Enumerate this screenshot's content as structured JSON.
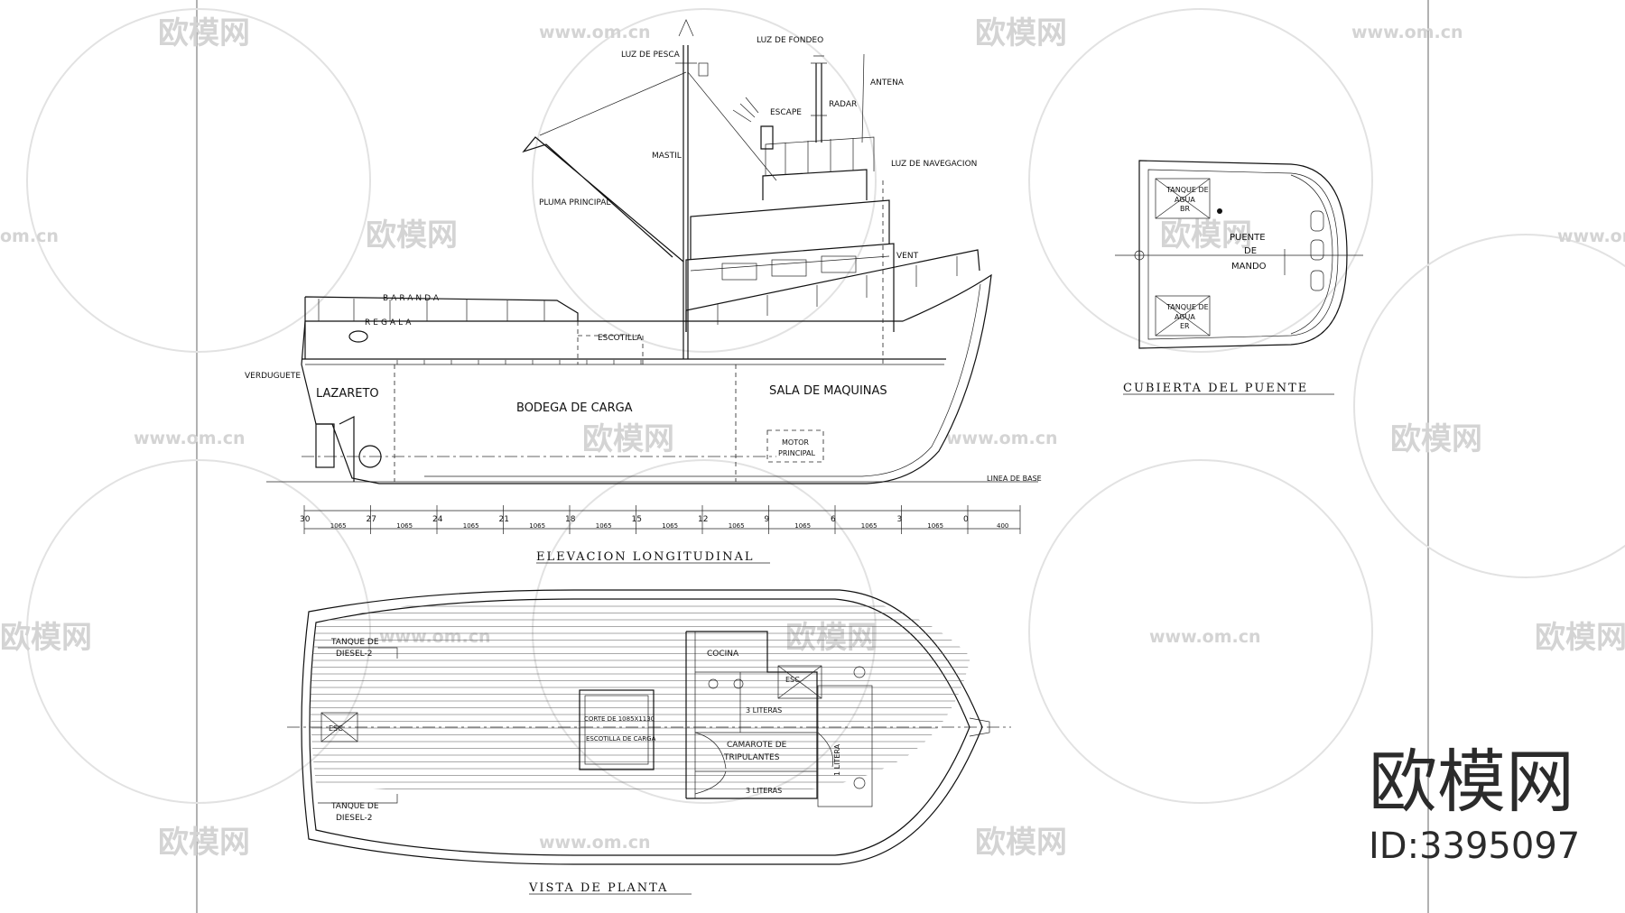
{
  "elevation": {
    "title": "ELEVACION LONGITUDINAL",
    "labels": {
      "luz_de_pesca": "LUZ DE PESCA",
      "luz_de_fondeo": "LUZ DE FONDEO",
      "antena": "ANTENA",
      "radar": "RADAR",
      "escape": "ESCAPE",
      "mastil": "MASTIL",
      "luz_de_navegacion": "LUZ DE NAVEGACION",
      "pluma_principal": "PLUMA PRINCIPAL",
      "vent": "VENT",
      "baranda": "BARANDA",
      "regala": "REGALA",
      "escotilla": "ESCOTILLA",
      "verduguete": "VERDUGUETE",
      "lazareto": "LAZARETO",
      "bodega_de_carga": "BODEGA DE CARGA",
      "sala_de_maquinas": "SALA DE MAQUINAS",
      "motor_principal_1": "MOTOR",
      "motor_principal_2": "PRINCIPAL",
      "linea_de_base": "LINEA DE BASE"
    },
    "frame_numbers": [
      "30",
      "27",
      "24",
      "21",
      "18",
      "15",
      "12",
      "9",
      "6",
      "3",
      "0"
    ],
    "spacing_values": [
      "1065",
      "1065",
      "1065",
      "1065",
      "1065",
      "1065",
      "1065",
      "1065",
      "1065",
      "1065"
    ],
    "end_value": "400"
  },
  "bridge": {
    "title": "CUBIERTA DEL PUENTE",
    "tank_br": [
      "TANQUE DE",
      "AGUA",
      "BR"
    ],
    "tank_er": [
      "TANQUE DE",
      "AGUA",
      "ER"
    ],
    "puente": [
      "PUENTE",
      "DE",
      "MANDO"
    ]
  },
  "plan": {
    "title": "VISTA DE PLANTA",
    "diesel_1": [
      "TANQUE DE",
      "DIESEL-2"
    ],
    "diesel_2": [
      "TANQUE DE",
      "DIESEL-2"
    ],
    "esc_stern": "ESC",
    "hatch": [
      "CORTE DE 1085X1130",
      "ESCOTILLA DE CARGA"
    ],
    "cocina": "COCINA",
    "esc_fwd": "ESC",
    "literas_top": "3 LITERAS",
    "camarote": [
      "CAMAROTE DE",
      "TRIPULANTES"
    ],
    "literas_bottom": "3 LITERAS",
    "litera_vertical": "1 LITERA"
  },
  "watermark": {
    "brand": "欧模网",
    "url": "www.om.cn",
    "url_short": "om.cn",
    "id_label": "ID:3395097"
  }
}
